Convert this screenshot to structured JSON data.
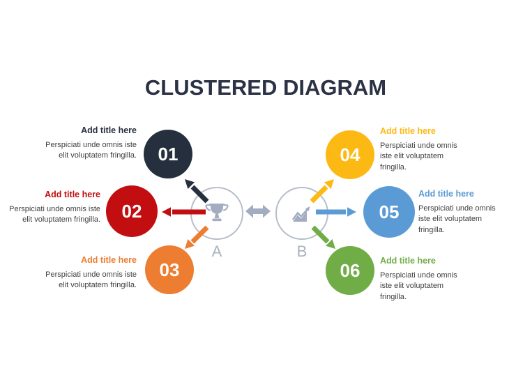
{
  "slide": {
    "title": "CLUSTERED DIAGRAM"
  },
  "colors": {
    "title_text": "#2b3245",
    "body_text": "#404040",
    "hub_outline": "#b7bdc9",
    "hub_icon": "#a3adc2",
    "hub_label": "#a9b2c0",
    "connector": "#a3adc2",
    "number_text": "#ffffff"
  },
  "items": [
    {
      "number": "01",
      "title": "Add title here",
      "body": "Perspiciati unde omnis iste elit voluptatem fringilla.",
      "color": "#262f3d"
    },
    {
      "number": "02",
      "title": "Add title here",
      "body": "Perspiciati unde omnis iste elit voluptatem fringilla.",
      "color": "#c20e10"
    },
    {
      "number": "03",
      "title": "Add title here",
      "body": "Perspiciati unde omnis iste elit voluptatem fringilla.",
      "color": "#ed7d31"
    },
    {
      "number": "04",
      "title": "Add title here",
      "body": "Perspiciati unde omnis iste elit voluptatem fringilla.",
      "color": "#fdb913"
    },
    {
      "number": "05",
      "title": "Add title here",
      "body": "Perspiciati unde omnis iste elit voluptatem fringilla.",
      "color": "#5b9bd5"
    },
    {
      "number": "06",
      "title": "Add title here",
      "body": "Perspiciati unde omnis iste elit voluptatem fringilla.",
      "color": "#70ad47"
    }
  ],
  "hubs": [
    {
      "label": "A",
      "icon": "trophy-icon"
    },
    {
      "label": "B",
      "icon": "growth-chart-icon"
    }
  ]
}
